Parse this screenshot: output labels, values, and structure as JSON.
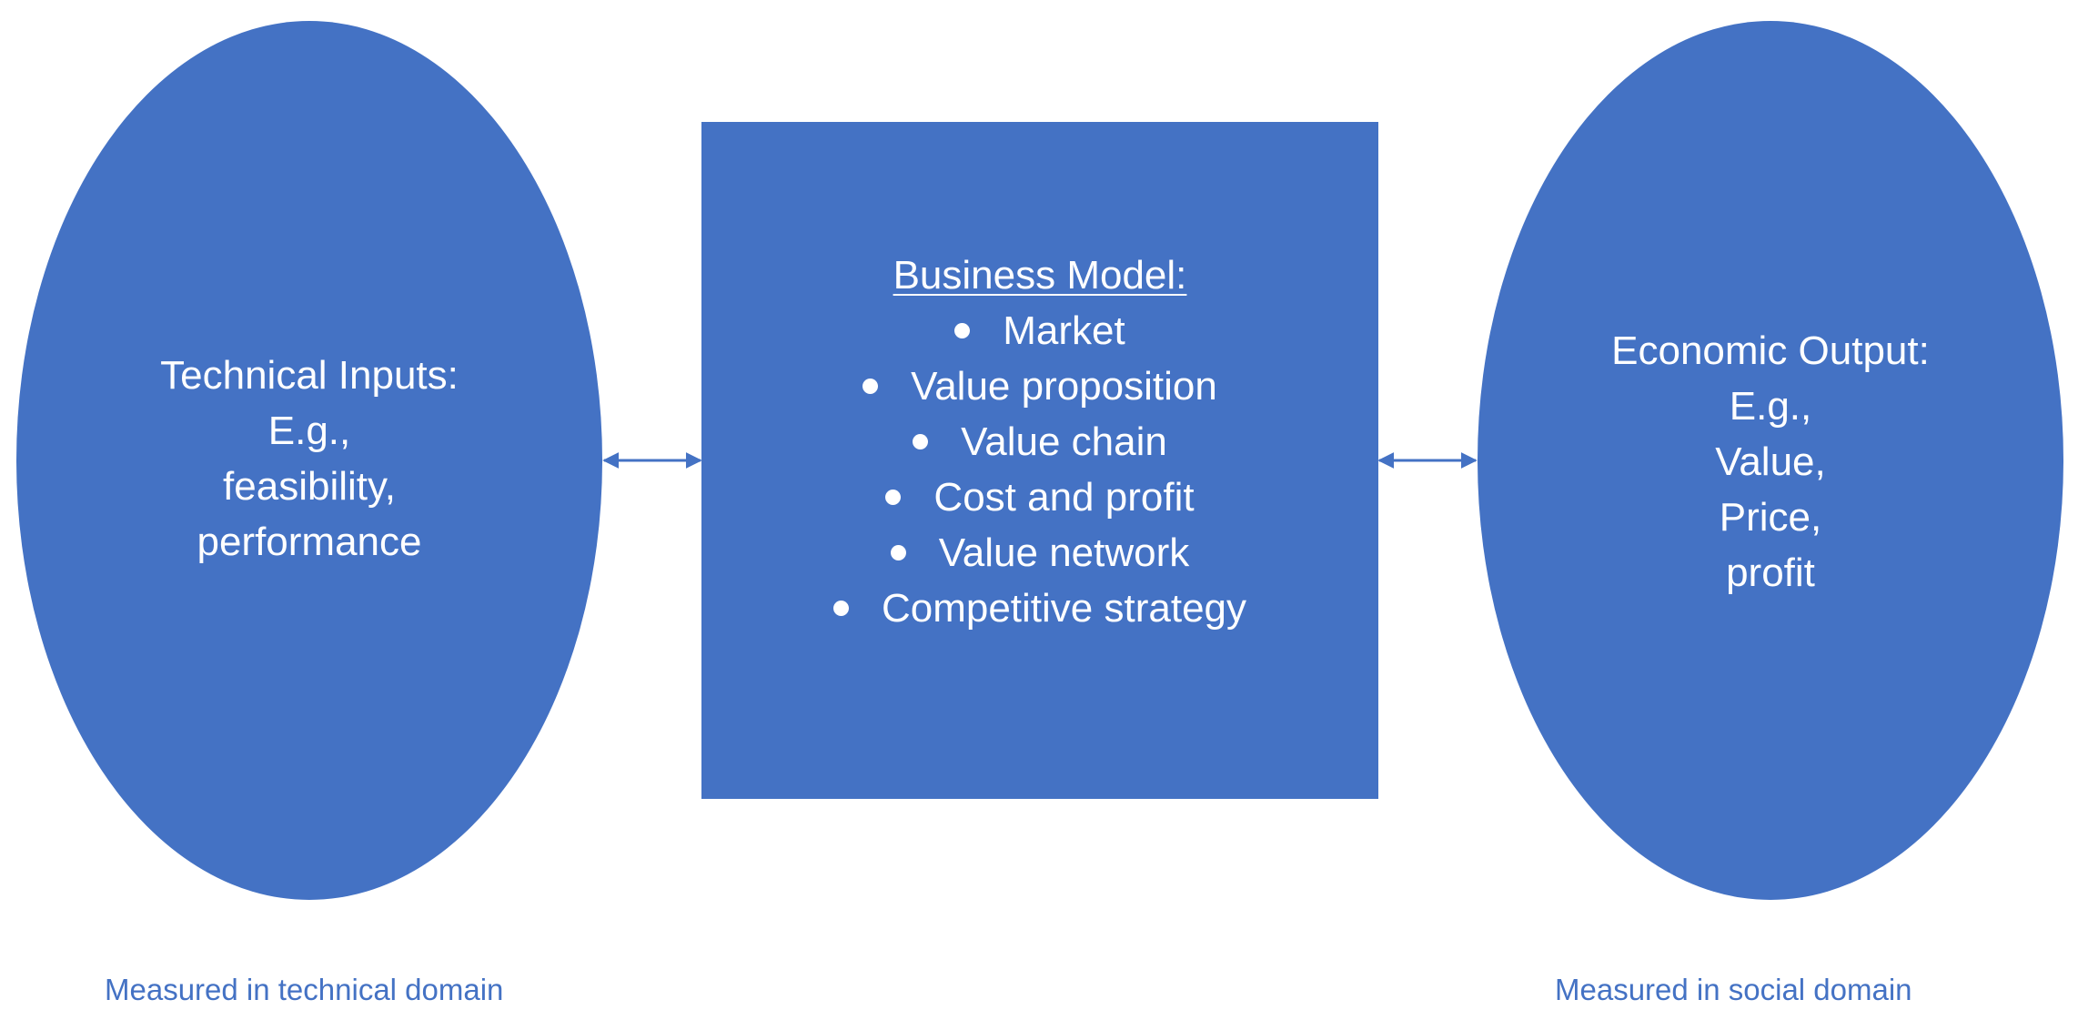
{
  "colors": {
    "shape_fill": "#4472c4",
    "shape_text": "#ffffff",
    "caption_text": "#4472c4",
    "background": "#ffffff"
  },
  "left_node": {
    "lines": [
      "Technical Inputs:",
      "E.g.,",
      "feasibility,",
      "performance"
    ],
    "caption": "Measured in technical domain"
  },
  "center_node": {
    "title": "Business Model:",
    "items": [
      "Market",
      "Value proposition",
      "Value chain",
      "Cost and profit",
      "Value network",
      "Competitive strategy"
    ]
  },
  "right_node": {
    "lines": [
      "Economic Output:",
      "E.g.,",
      "Value,",
      "Price,",
      "profit"
    ],
    "caption": "Measured in social domain"
  },
  "connectors": [
    {
      "from": "left_node",
      "to": "center_node",
      "style": "double-arrow"
    },
    {
      "from": "center_node",
      "to": "right_node",
      "style": "double-arrow"
    }
  ]
}
